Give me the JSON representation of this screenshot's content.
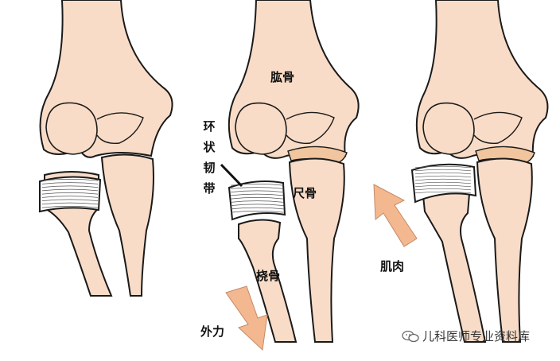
{
  "labels": {
    "humerus": "肱骨",
    "annular_ligament": [
      "环",
      "状",
      "韧",
      "带"
    ],
    "ulna": "尺骨",
    "radius": "桡骨",
    "external_force": "外力",
    "muscle": "肌肉"
  },
  "watermark": {
    "text": "儿科医师专业资料库",
    "icon": "wechat-bubble-icon"
  },
  "colors": {
    "bone": "#f8dcc7",
    "cartilage": "#f1c59e",
    "arrow": "#f3b890",
    "outline": "#1a1a1a",
    "ligament": "#ffffff"
  }
}
